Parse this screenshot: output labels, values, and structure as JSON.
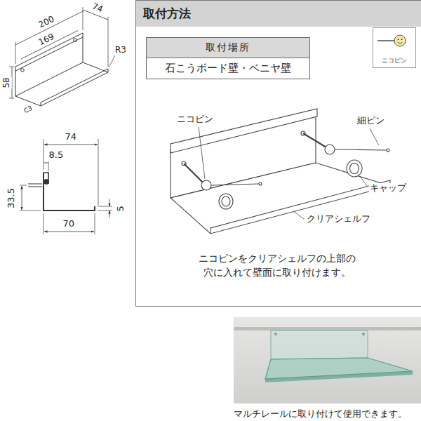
{
  "diagram": {
    "caption": "マルチレールに取り付けて使用できます。",
    "nodes": [
      {
        "text": [
          "取付方法"
        ]
      },
      {
        "text": [
          "取付場所",
          "石こうボード壁・ベニヤ壁"
        ],
        "in": 0
      },
      {
        "text": [
          "ニコピン"
        ],
        "in": 0
      }
    ],
    "labels": [
      "200",
      "169",
      "74",
      "R3",
      "58",
      "C3",
      "74",
      "8.5",
      "33.5",
      "70",
      "5",
      "ニコピン",
      "細ピン",
      "キャップ",
      "クリアシェルフ",
      "ニコピンをクリアシェルフの上部の 穴に入れて壁面に取り付けます。"
    ]
  }
}
